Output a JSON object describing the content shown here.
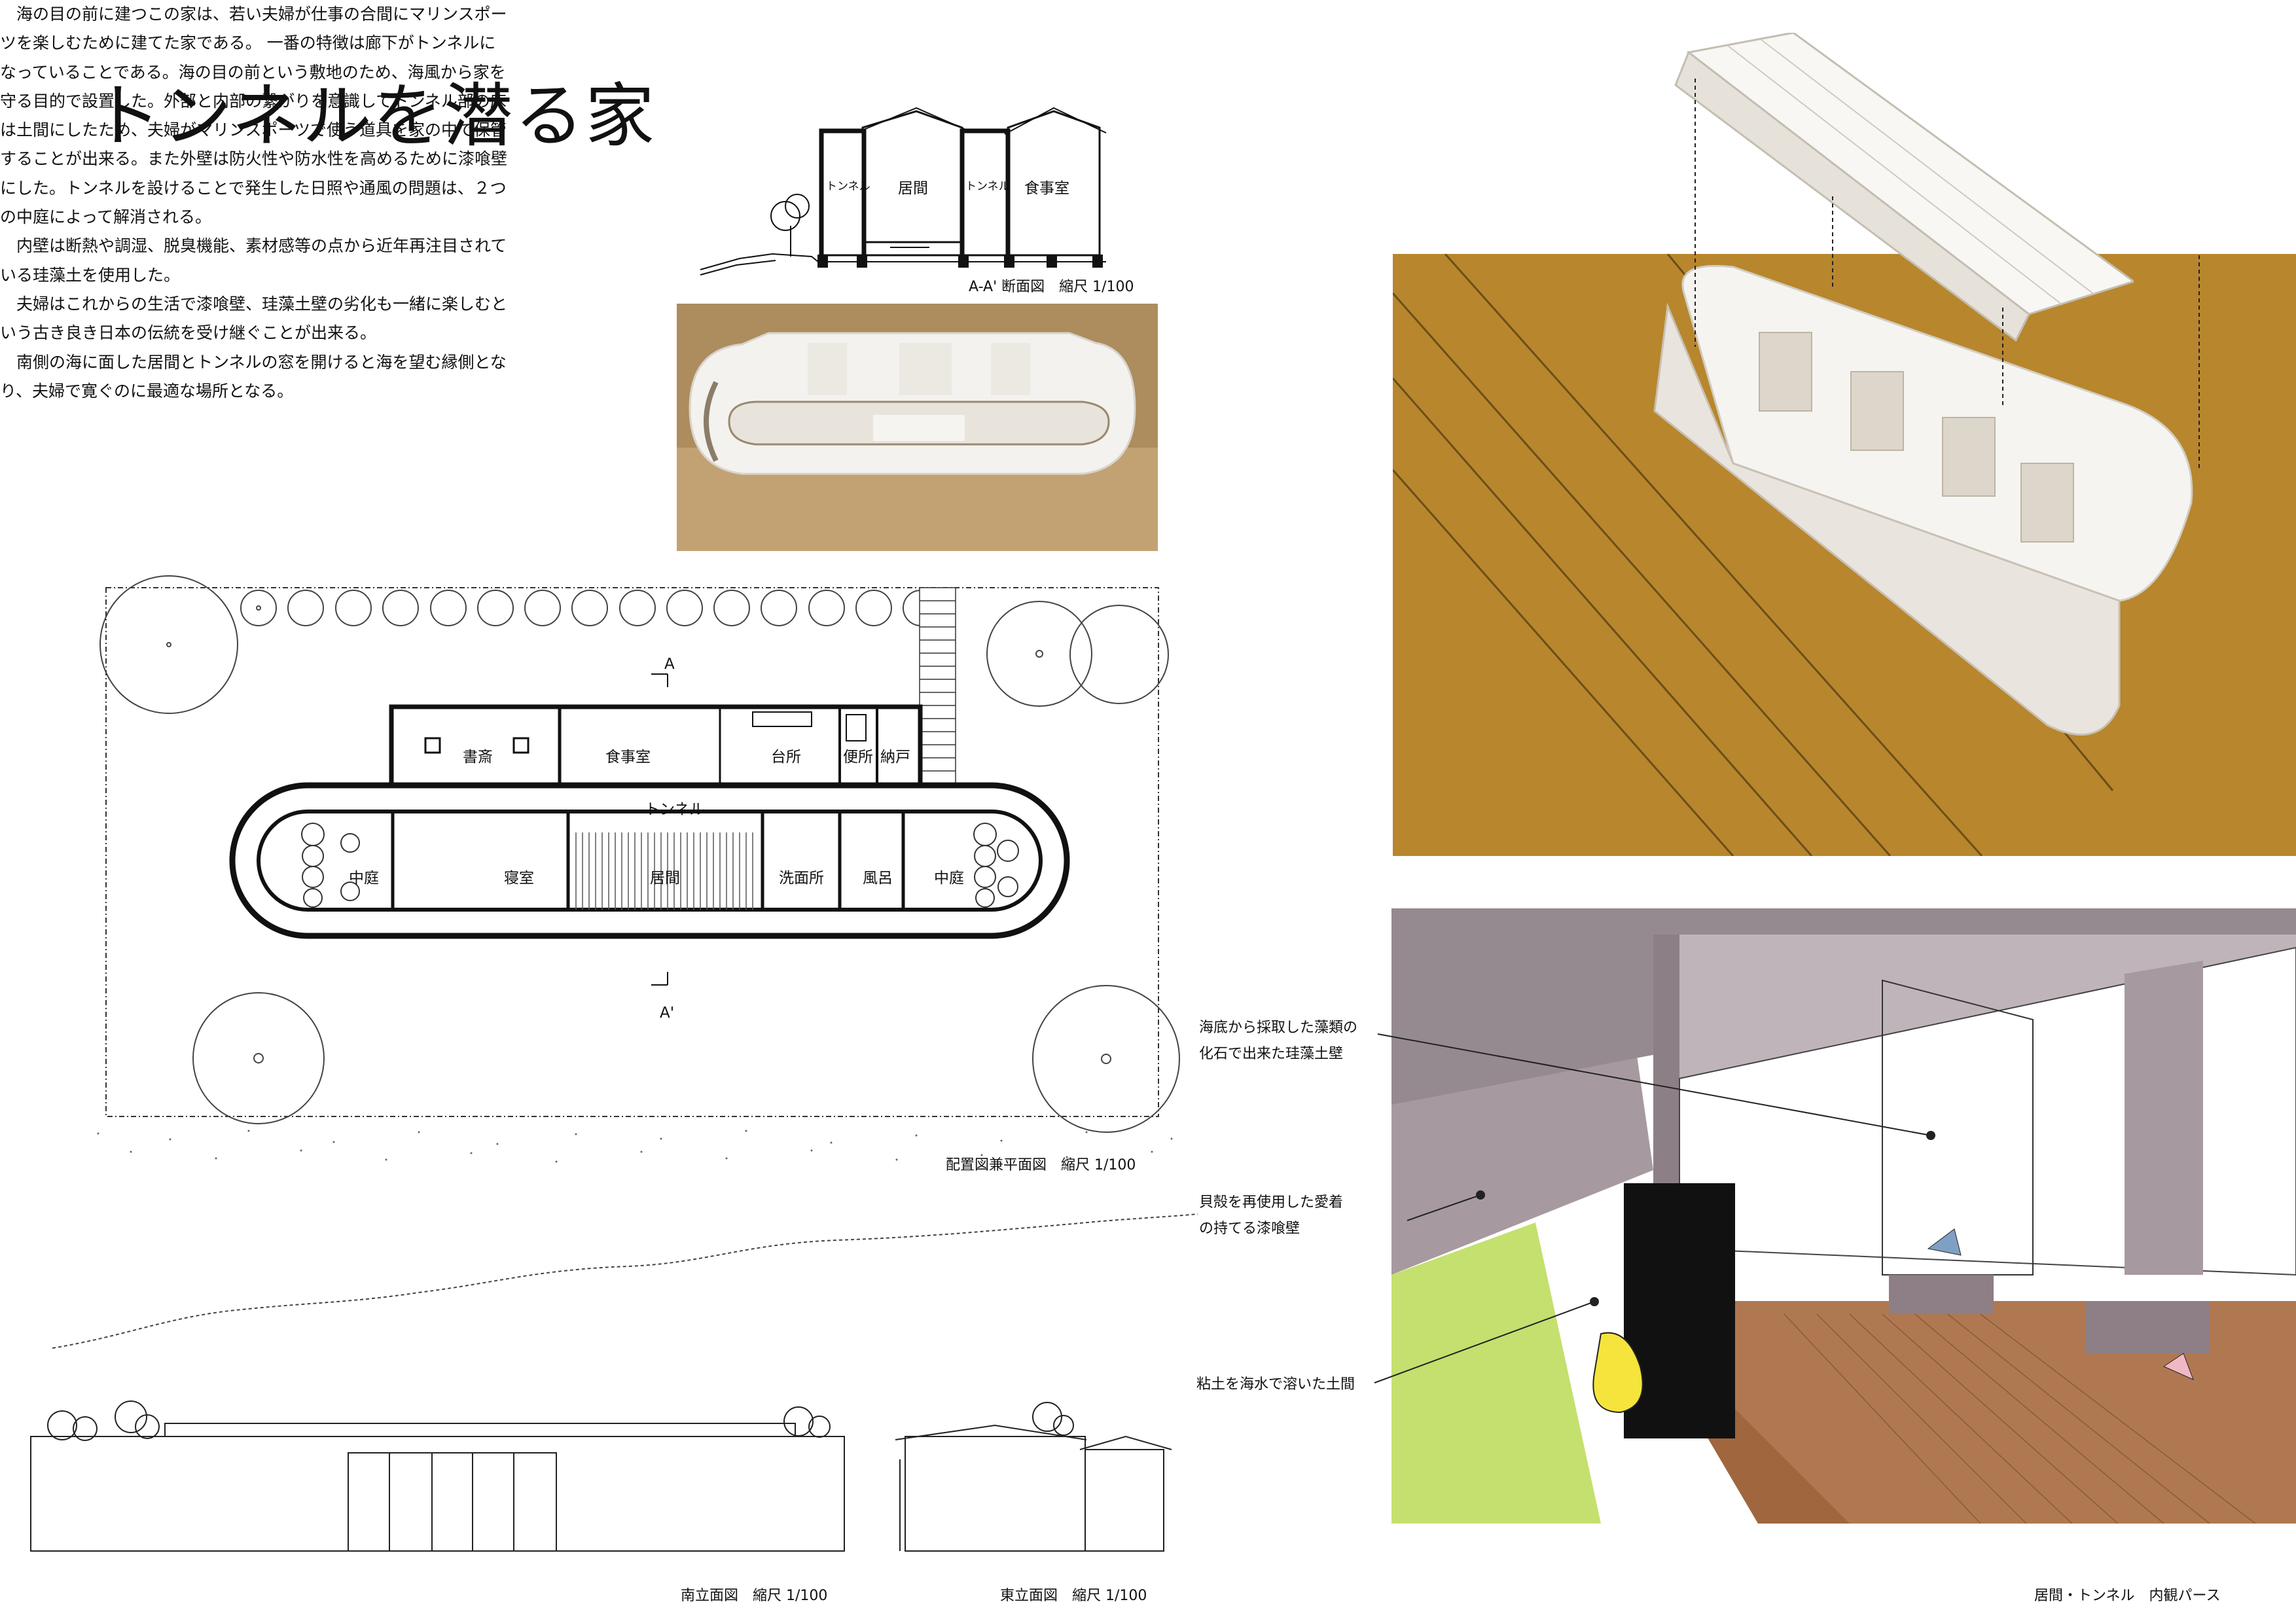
{
  "title": "トンネルを潜る家",
  "description": [
    "海の目の前に建つこの家は、若い夫婦が仕事の合間にマリンスポーツを楽しむために建てた家である。 一番の特徴は廊下がトンネルになっていることである。海の目の前という敷地のため、海風から家を守る目的で設置した。外部と内部の繋がりを意識してトンネル部の床は土間にしたため、夫婦がマリンスポーツで使う道具を家の中で保管することが出来る。また外壁は防火性や防水性を高めるために漆喰壁にした。トンネルを設けることで発生した日照や通風の問題は、２つの中庭によって解消される。",
    "内壁は断熱や調湿、脱臭機能、素材感等の点から近年再注目されている珪藻土を使用した。",
    "夫婦はこれからの生活で漆喰壁、珪藻土壁の劣化も一緒に楽しむという古き良き日本の伝統を受け継ぐことが出来る。",
    "南側の海に面した居間とトンネルの窓を開けると海を望む縁側となり、夫婦で寛ぐのに最適な場所となる。"
  ],
  "section": {
    "rooms": [
      "トンネル",
      "居間",
      "トンネル",
      "食事室"
    ],
    "caption": "A-A' 断面図　縮尺 1/100"
  },
  "plan": {
    "rooms": {
      "study": "書斎",
      "dining": "食事室",
      "kitchen": "台所",
      "toilet": "便所",
      "storage": "納戸",
      "tunnel": "トンネル",
      "courtyard_west": "中庭",
      "bedroom": "寝室",
      "living": "居間",
      "washroom": "洗面所",
      "bath": "風呂",
      "courtyard_east": "中庭"
    },
    "section_mark_top": "A",
    "section_mark_bottom": "A'",
    "caption": "配置図兼平面図　縮尺 1/100"
  },
  "elevations": {
    "south_caption": "南立面図　縮尺 1/100",
    "east_caption": "東立面図　縮尺 1/100"
  },
  "perspective": {
    "annotations": [
      [
        "海底から採取した藻類の",
        "化石で出来た珪藻土壁"
      ],
      [
        "貝殻を再使用した愛着",
        "の持てる漆喰壁"
      ],
      [
        "粘土を海水で溶いた土間"
      ]
    ],
    "caption": "居間・トンネル　内観パース"
  },
  "colors": {
    "model_background": "#b8862c",
    "wall_gray": "#a69aa0",
    "floor_brown": "#a0663e",
    "grass_green": "#c4e06e",
    "sky_blue": "#a8d0ea"
  }
}
